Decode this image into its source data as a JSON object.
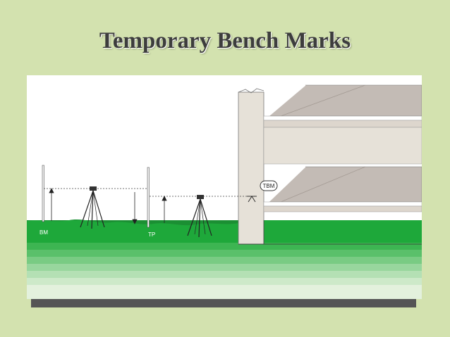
{
  "slide": {
    "title": "Temporary Bench Marks"
  },
  "diagram": {
    "labels": {
      "bm": "BM",
      "tp": "TP",
      "tbm": "TBM"
    },
    "colors": {
      "background": "#d3e2af",
      "ground_green": "#1ea83a",
      "building": "#c3bbb5",
      "wall": "#e6e1d8"
    }
  }
}
